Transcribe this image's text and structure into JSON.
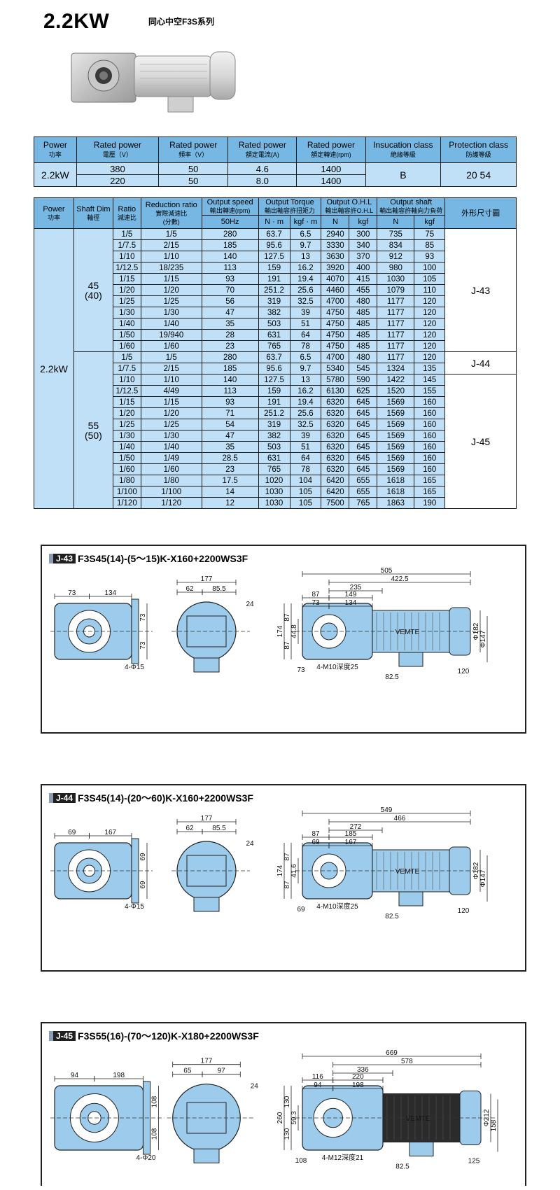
{
  "header": {
    "title": "2.2KW",
    "subtitle": "同心中空F3S系列"
  },
  "rated_table": {
    "headers": [
      {
        "en": "Power",
        "cn": "功率"
      },
      {
        "en": "Rated power",
        "cn": "電壓（V）"
      },
      {
        "en": "Rated power",
        "cn": "頻率（V）"
      },
      {
        "en": "Rated power",
        "cn": "額定電流(A)"
      },
      {
        "en": "Rated power",
        "cn": "額定轉速(rpm)"
      },
      {
        "en": "Insucation class",
        "cn": "絶緣等級"
      },
      {
        "en": "Protection class",
        "cn": "防護等級"
      }
    ],
    "power": "2.2kW",
    "rows": [
      {
        "voltage": "380",
        "freq": "50",
        "current": "4.6",
        "speed": "1400"
      },
      {
        "voltage": "220",
        "freq": "50",
        "current": "8.0",
        "speed": "1400"
      }
    ],
    "insulation": "B",
    "protection": "20 54"
  },
  "spec_table": {
    "headers": {
      "power": "Power",
      "power_cn": "功率",
      "shaft": "Shaft Dim",
      "shaft_cn": "軸徑",
      "ratio": "Ratio",
      "ratio_cn": "減速比",
      "reduction": "Reduction ratio",
      "reduction_cn": "實際減速比",
      "reduction_cn2": "(分數)",
      "speed": "Output speed",
      "speed_cn": "輸出轉速(rpm)",
      "torque": "Output Torque",
      "torque_cn": "輸出軸容許扭矩力",
      "ohl": "Output O.H.L",
      "ohl_cn": "輸出軸容許O.H.L",
      "shaft_load": "Output shaft",
      "shaft_load_cn": "輸出軸容許軸向力負荷",
      "dim_cn": "外形尺寸圖",
      "hz": "50Hz",
      "nm": "N · m",
      "kgfm": "kgf · m",
      "n": "N",
      "kgf": "kgf"
    },
    "power": "2.2kW",
    "group1": {
      "shaft": "45",
      "shaft2": "(40)"
    },
    "group2": {
      "shaft": "55",
      "shaft2": "(50)"
    },
    "dims": {
      "a": "J-43",
      "b": "J-44",
      "c": "J-45"
    },
    "rows1": [
      [
        "1/5",
        "1/5",
        "280",
        "63.7",
        "6.5",
        "2940",
        "300",
        "735",
        "75"
      ],
      [
        "1/7.5",
        "2/15",
        "185",
        "95.6",
        "9.7",
        "3330",
        "340",
        "834",
        "85"
      ],
      [
        "1/10",
        "1/10",
        "140",
        "127.5",
        "13",
        "3630",
        "370",
        "912",
        "93"
      ],
      [
        "1/12.5",
        "18/235",
        "113",
        "159",
        "16.2",
        "3920",
        "400",
        "980",
        "100"
      ],
      [
        "1/15",
        "1/15",
        "93",
        "191",
        "19.4",
        "4070",
        "415",
        "1030",
        "105"
      ],
      [
        "1/20",
        "1/20",
        "70",
        "251.2",
        "25.6",
        "4460",
        "455",
        "1079",
        "110"
      ],
      [
        "1/25",
        "1/25",
        "56",
        "319",
        "32.5",
        "4700",
        "480",
        "1177",
        "120"
      ],
      [
        "1/30",
        "1/30",
        "47",
        "382",
        "39",
        "4750",
        "485",
        "1177",
        "120"
      ],
      [
        "1/40",
        "1/40",
        "35",
        "503",
        "51",
        "4750",
        "485",
        "1177",
        "120"
      ],
      [
        "1/50",
        "19/940",
        "28",
        "631",
        "64",
        "4750",
        "485",
        "1177",
        "120"
      ],
      [
        "1/60",
        "1/60",
        "23",
        "765",
        "78",
        "4750",
        "485",
        "1177",
        "120"
      ]
    ],
    "rows2": [
      [
        "1/5",
        "1/5",
        "280",
        "63.7",
        "6.5",
        "4700",
        "480",
        "1177",
        "120"
      ],
      [
        "1/7.5",
        "2/15",
        "185",
        "95.6",
        "9.7",
        "5340",
        "545",
        "1324",
        "135"
      ],
      [
        "1/10",
        "1/10",
        "140",
        "127.5",
        "13",
        "5780",
        "590",
        "1422",
        "145"
      ],
      [
        "1/12.5",
        "4/49",
        "113",
        "159",
        "16.2",
        "6130",
        "625",
        "1520",
        "155"
      ],
      [
        "1/15",
        "1/15",
        "93",
        "191",
        "19.4",
        "6320",
        "645",
        "1569",
        "160"
      ],
      [
        "1/20",
        "1/20",
        "71",
        "251.2",
        "25.6",
        "6320",
        "645",
        "1569",
        "160"
      ],
      [
        "1/25",
        "1/25",
        "54",
        "319",
        "32.5",
        "6320",
        "645",
        "1569",
        "160"
      ],
      [
        "1/30",
        "1/30",
        "47",
        "382",
        "39",
        "6320",
        "645",
        "1569",
        "160"
      ],
      [
        "1/40",
        "1/40",
        "35",
        "503",
        "51",
        "6320",
        "645",
        "1569",
        "160"
      ],
      [
        "1/50",
        "1/49",
        "28.5",
        "631",
        "64",
        "6320",
        "645",
        "1569",
        "160"
      ],
      [
        "1/60",
        "1/60",
        "23",
        "765",
        "78",
        "6320",
        "645",
        "1569",
        "160"
      ],
      [
        "1/80",
        "1/80",
        "17.5",
        "1020",
        "104",
        "6420",
        "655",
        "1618",
        "165"
      ],
      [
        "1/100",
        "1/100",
        "14",
        "1030",
        "105",
        "6420",
        "655",
        "1618",
        "165"
      ],
      [
        "1/120",
        "1/120",
        "12",
        "1030",
        "105",
        "7500",
        "765",
        "1863",
        "190"
      ]
    ]
  },
  "drawings": [
    {
      "tag": "J-43",
      "model": "F3S45(14)-(5～15)K-X160+2200WS3F",
      "dims": {
        "a": "73",
        "b": "134",
        "c": "73",
        "d": "73",
        "hole": "4-Φ15",
        "e": "177",
        "f": "62",
        "g": "85.5",
        "h": "24",
        "total": "505",
        "i": "422.5",
        "j": "235",
        "k": "87",
        "l": "149",
        "m": "73",
        "n": "134",
        "o": "174",
        "p": "87",
        "q": "87",
        "r": "73",
        "s": "44.8",
        "t": "Φ182",
        "u": "Φ147",
        "v": "82.5",
        "w": "120",
        "thread": "4-M10深度25",
        "brand": "VEMTE"
      }
    },
    {
      "tag": "J-44",
      "model": "F3S45(14)-(20～60)K-X160+2200WS3F",
      "dims": {
        "a": "69",
        "b": "167",
        "c": "69",
        "d": "69",
        "hole": "4-Φ15",
        "e": "177",
        "f": "62",
        "g": "85.5",
        "h": "24",
        "total": "549",
        "i": "466",
        "j": "272",
        "k": "87",
        "l": "185",
        "m": "69",
        "n": "167",
        "o": "174",
        "p": "87",
        "q": "87",
        "r": "69",
        "s": "41.6",
        "t": "Φ182",
        "u": "Φ147",
        "v": "82.5",
        "w": "120",
        "thread": "4-M10深度25",
        "brand": "VEMTE"
      }
    },
    {
      "tag": "J-45",
      "model": "F3S55(16)-(70～120)K-X180+2200WS3F",
      "dims": {
        "a": "94",
        "b": "198",
        "c": "108",
        "d": "108",
        "hole": "4-Φ20",
        "e": "177",
        "f": "65",
        "g": "97",
        "h": "24",
        "total": "669",
        "i": "578",
        "j": "336",
        "k": "116",
        "l": "220",
        "m": "94",
        "n": "198",
        "o": "260",
        "p": "130",
        "q": "130",
        "r": "108",
        "s": "59.3",
        "t": "Φ212",
        "u": "158",
        "v": "82.5",
        "w": "125",
        "thread": "4-M12深度21",
        "brand": "VEMTE"
      }
    }
  ],
  "colors": {
    "header_blue": "#77b7e3",
    "cell_blue": "#bfe0f6",
    "part_blue": "#9ccbec"
  }
}
